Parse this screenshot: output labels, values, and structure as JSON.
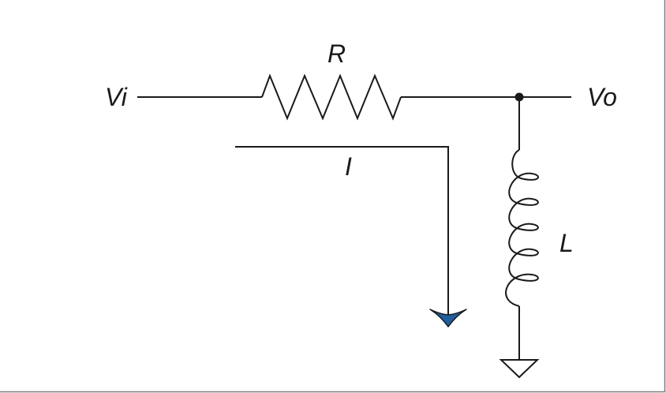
{
  "labels": {
    "input": "Vi",
    "output": "Vo",
    "resistor": "R",
    "current": "I",
    "inductor": "L"
  },
  "colors": {
    "line": "#1a1a1a",
    "arrow_fill": "#1f5fa0",
    "border": "#7a7a7a",
    "background": "#ffffff"
  },
  "components": [
    {
      "type": "resistor",
      "label": "R"
    },
    {
      "type": "inductor",
      "label": "L"
    },
    {
      "type": "ground-icon"
    },
    {
      "type": "junction-node"
    },
    {
      "type": "current-arrow",
      "label": "I"
    }
  ]
}
